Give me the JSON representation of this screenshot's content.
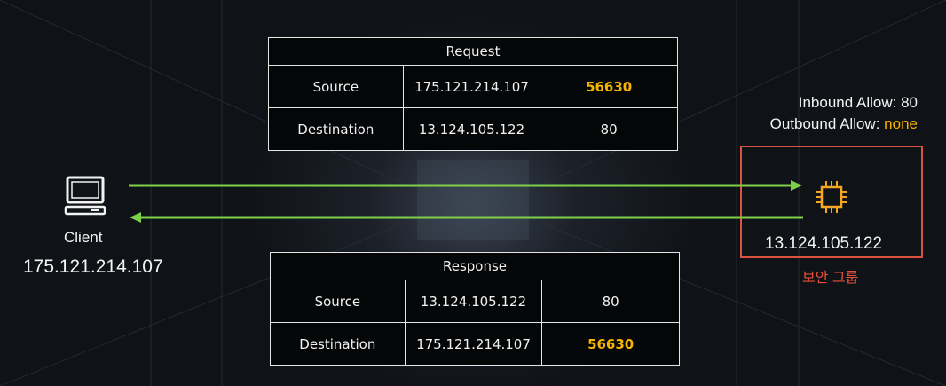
{
  "request_table": {
    "title": "Request",
    "rows": [
      {
        "label": "Source",
        "ip": "175.121.214.107",
        "port": "56630"
      },
      {
        "label": "Destination",
        "ip": "13.124.105.122",
        "port": "80"
      }
    ]
  },
  "response_table": {
    "title": "Response",
    "rows": [
      {
        "label": "Source",
        "ip": "13.124.105.122",
        "port": "80"
      },
      {
        "label": "Destination",
        "ip": "175.121.214.107",
        "port": "56630"
      }
    ]
  },
  "client": {
    "icon": "computer-icon",
    "label": "Client",
    "ip": "175.121.214.107"
  },
  "server": {
    "icon": "chip-icon",
    "ip": "13.124.105.122",
    "group_label": "보안 그룹"
  },
  "rules": {
    "inbound_label": "Inbound Allow:",
    "inbound_value": "80",
    "outbound_label": "Outbound Allow:",
    "outbound_value": "none"
  },
  "colors": {
    "arrow": "#7ed04b",
    "highlight": "#f5b400",
    "group_border": "#d9533f"
  }
}
